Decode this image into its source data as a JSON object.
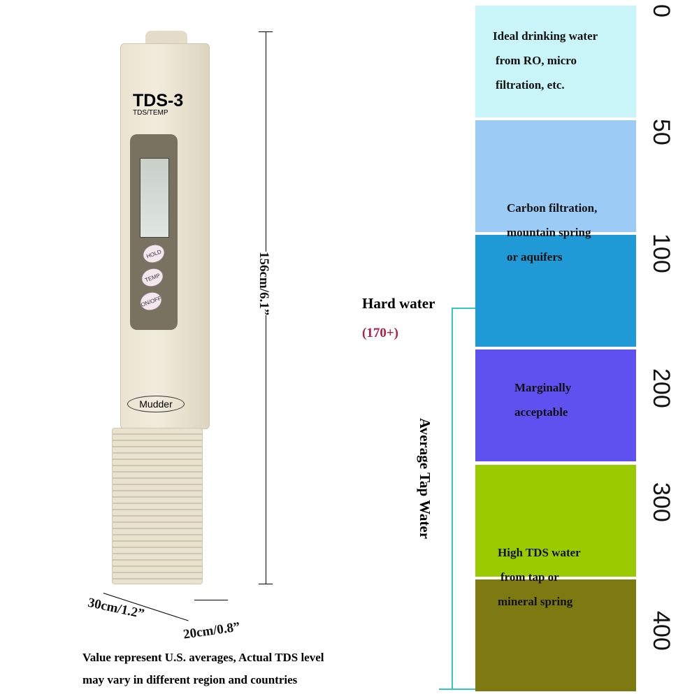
{
  "meter": {
    "model": "TDS-3",
    "subtitle": "TDS/TEMP",
    "brand": "Mudder",
    "buttons": [
      "HOLD",
      "TEMP",
      "ON/OFF"
    ]
  },
  "dimensions": {
    "height": "156cm/6.1”",
    "width": "30cm/1.2”",
    "depth": "20cm/0.8”"
  },
  "scale": {
    "ticks": [
      "0",
      "50",
      "100",
      "200",
      "300",
      "400"
    ],
    "bands": [
      {
        "color": "#c9f4f8",
        "text": [
          "Ideal drinking water",
          "from RO, micro",
          "filtration, etc."
        ]
      },
      {
        "color": "#9ccbf6",
        "text": [
          "Carbon filtration,",
          "mountain spring",
          "or aquifers"
        ]
      },
      {
        "color": "#1f9ad6",
        "text": []
      },
      {
        "color": "#5f50f0",
        "text": [
          "Marginally",
          "acceptable"
        ]
      },
      {
        "color": "#9acb00",
        "text": [
          "High TDS water",
          "from tap or",
          "mineral spring"
        ]
      },
      {
        "color": "#7e7a12",
        "text": []
      }
    ]
  },
  "hard_water": {
    "label": "Hard water",
    "value": "(170+)",
    "value_color": "#b0204a"
  },
  "tap_water_label": "Average Tap Water",
  "note": [
    "Value represent U.S. averages, Actual TDS level",
    "may vary  in different region and countries"
  ]
}
